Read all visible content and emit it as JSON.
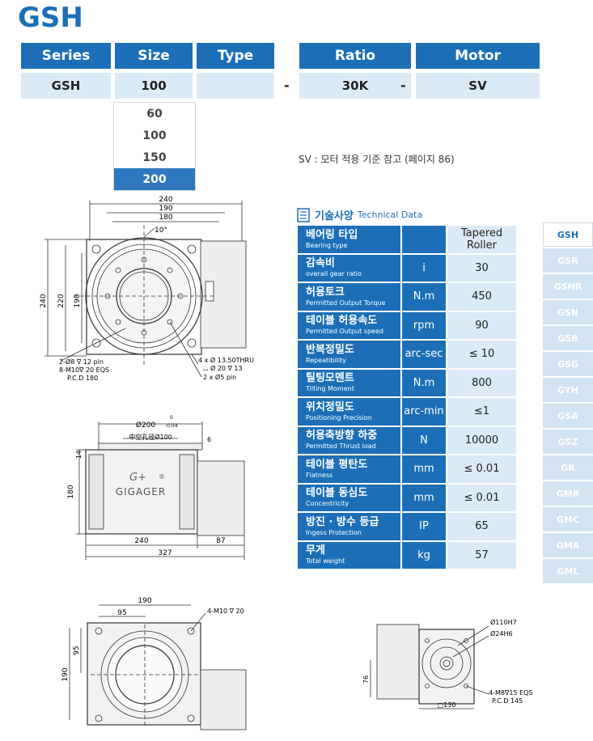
{
  "title": "GSH",
  "config": {
    "headers": [
      "Series",
      "Size",
      "Type",
      "Ratio",
      "Motor"
    ],
    "values": {
      "series": "GSH",
      "size": "100",
      "type": "",
      "ratio": "30K",
      "motor": "SV"
    },
    "separator": "-",
    "size_options": [
      "60",
      "100",
      "150",
      "200"
    ],
    "size_highlighted": "200"
  },
  "motor_note": "SV : 모터 적용 기준 참고 (페이지 86)",
  "tech_data": {
    "title_ko": "기술사양",
    "title_en": "Technical Data",
    "rows": [
      {
        "ko": "베어링 타입",
        "en": "Bearing type",
        "unit": "",
        "value": "Tapered Roller"
      },
      {
        "ko": "감속비",
        "en": "overall gear ratio",
        "unit": "i",
        "value": "30"
      },
      {
        "ko": "허용토크",
        "en": "Permitted Output Torque",
        "unit": "N.m",
        "value": "450"
      },
      {
        "ko": "테이블 허용속도",
        "en": "Permitted Output speed",
        "unit": "rpm",
        "value": "90"
      },
      {
        "ko": "반복정밀도",
        "en": "Repeatibility",
        "unit": "arc-sec",
        "value": "≤ 10"
      },
      {
        "ko": "틸팅모멘트",
        "en": "Tilting Moment",
        "unit": "N.m",
        "value": "800"
      },
      {
        "ko": "위치정밀도",
        "en": "Positioning Precision",
        "unit": "arc-min",
        "value": "≤1"
      },
      {
        "ko": "허용축방향 하중",
        "en": "Permitted Thrust load",
        "unit": "N",
        "value": "10000"
      },
      {
        "ko": "테이블 평탄도",
        "en": "Flatness",
        "unit": "mm",
        "value": "≤ 0.01"
      },
      {
        "ko": "테이블 동심도",
        "en": "Concentricity",
        "unit": "mm",
        "value": "≤ 0.01"
      },
      {
        "ko": "방진 · 방수 등급",
        "en": "Ingess Protection",
        "unit": "IP",
        "value": "65"
      },
      {
        "ko": "무게",
        "en": "Total weight",
        "unit": "kg",
        "value": "57"
      }
    ]
  },
  "side_nav": [
    "GSH",
    "GSR",
    "GSHR",
    "GSN",
    "GSB",
    "GSG",
    "GYH",
    "GSA",
    "GSZ",
    "GR",
    "GMR",
    "GMC",
    "GMA",
    "GML"
  ],
  "side_nav_active": "GSH",
  "drawings": {
    "top": {
      "dims": [
        "240",
        "190",
        "180",
        "10°",
        "240",
        "220",
        "190"
      ],
      "notes": [
        "2-Ø8 ∇ 12 pin",
        "8-M10∇ 20 EQS",
        "P.C.D 180",
        "4 x Ø 13.50THRU",
        "⌴ Ø 20 ∇ 13",
        "2 x Ø5 pin"
      ]
    },
    "side": {
      "dims": [
        "Ø200",
        "0",
        "-0.04",
        "中空孔径Ø100",
        "6",
        "14",
        "180",
        "240",
        "87",
        "327"
      ],
      "brand": "GIGAGER",
      "logo": "G+",
      "reg": "®"
    },
    "bottom": {
      "dims": [
        "190",
        "95",
        "95",
        "190"
      ],
      "notes": [
        "4-M10 ∇ 20"
      ]
    },
    "motor_flange": {
      "dims": [
        "76",
        "□130"
      ],
      "notes": [
        "Ø110H7",
        "Ø24H6",
        "4-M8∇15 EQS",
        "P.C.D 145"
      ]
    }
  }
}
